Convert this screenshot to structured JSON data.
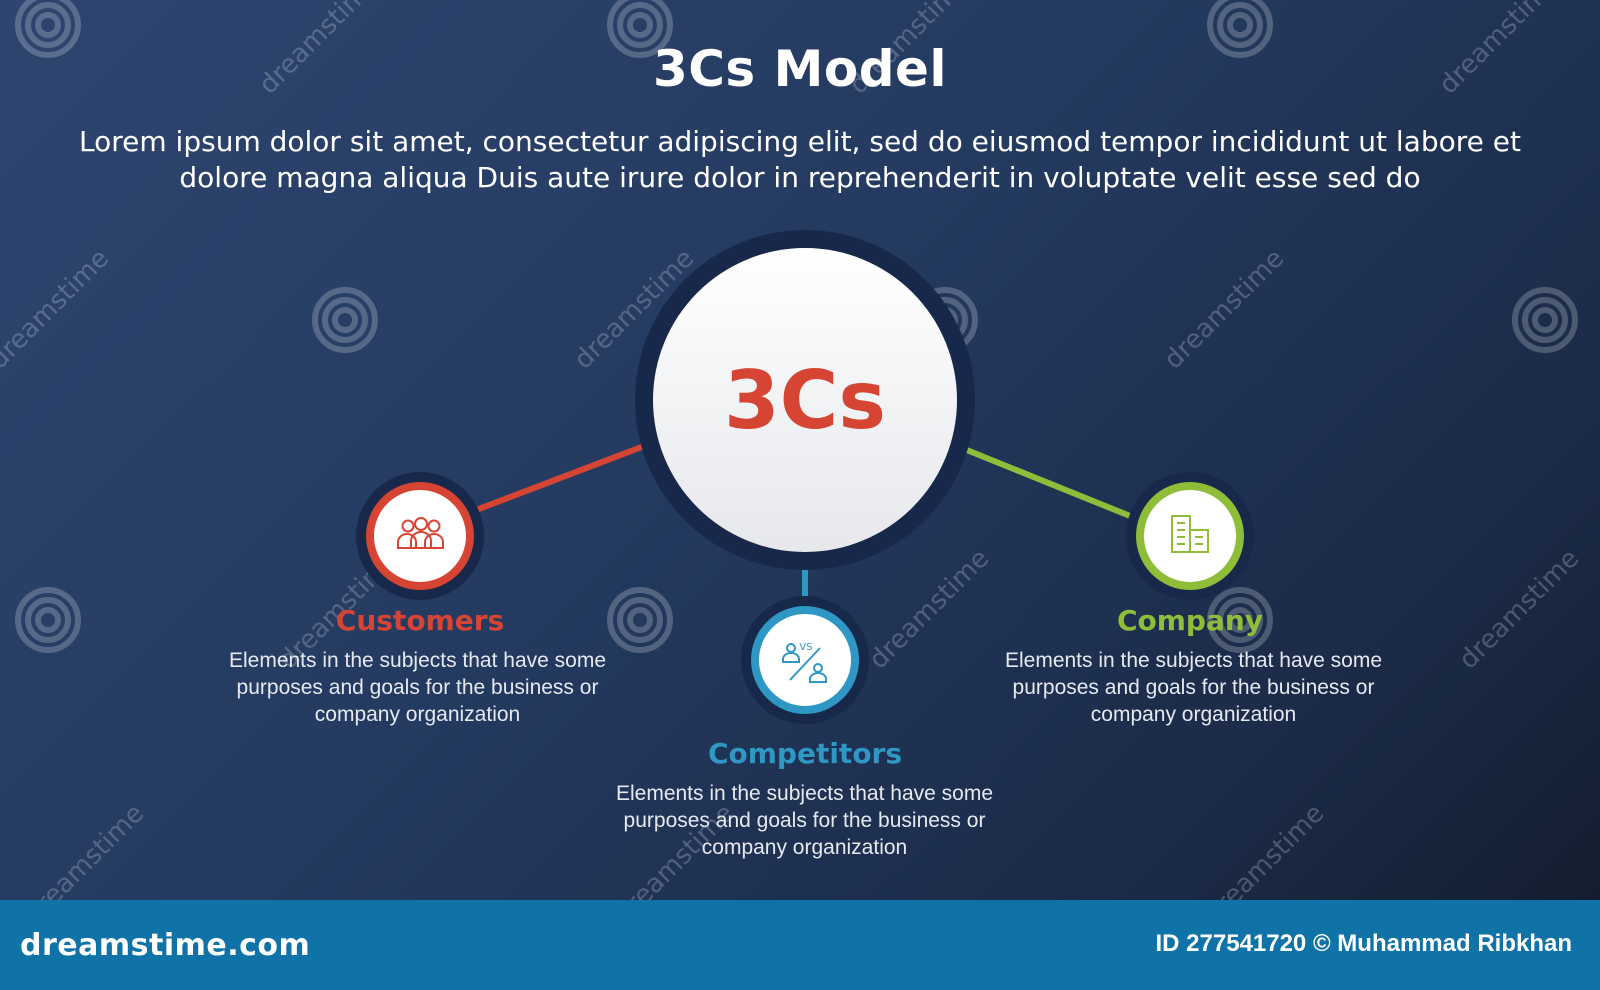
{
  "title": "3Cs Model",
  "description": "Lorem ipsum dolor sit amet, consectetur adipiscing elit, sed do eiusmod tempor incididunt ut labore et dolore magna aliqua Duis aute irure dolor in reprehenderit in voluptate velit esse sed do",
  "center": {
    "label": "3Cs",
    "color": "#d64533"
  },
  "nodes": [
    {
      "title": "Customers",
      "icon": "people-group-icon",
      "color": "#d64533",
      "text": "Elements in the subjects that have some purposes and goals for the business or company organization"
    },
    {
      "title": "Competitors",
      "icon": "versus-people-icon",
      "color": "#2e97c4",
      "text": "Elements in the subjects that have some purposes and goals for the business or company organization"
    },
    {
      "title": "Company",
      "icon": "building-icon",
      "color": "#8fbd3a",
      "text": "Elements in the subjects that have some purposes and goals for the business or company organization"
    }
  ],
  "watermark": {
    "text": "dreamstime"
  },
  "footer": {
    "brand": "dreamstime.com",
    "credit": "ID 277541720 © Muhammad Ribkhan",
    "bar_color": "#0f73a8"
  }
}
